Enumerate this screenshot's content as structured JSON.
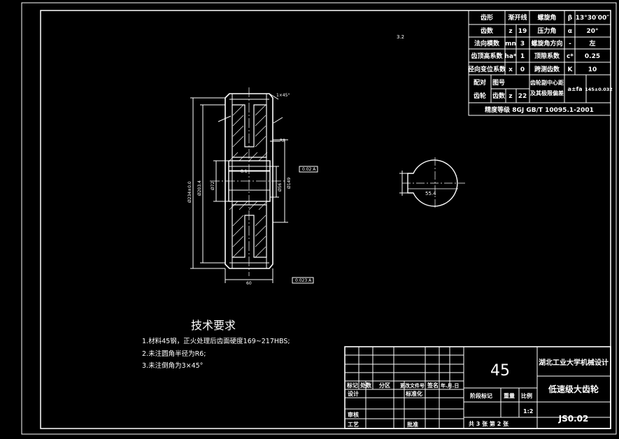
{
  "params": [
    [
      "齿形",
      "渐开线",
      "螺旋角",
      "β",
      "13°30′00″"
    ],
    [
      "齿数",
      "z",
      "19",
      "压力角",
      "α",
      "20°"
    ],
    [
      "法向模数",
      "mn",
      "3",
      "螺旋角方向",
      "-",
      "左"
    ],
    [
      "齿顶高系数",
      "ha*",
      "1",
      "顶隙系数",
      "c*",
      "0.25"
    ],
    [
      "径向变位系数",
      "x",
      "0",
      "跨测齿数",
      "K",
      "10"
    ]
  ],
  "pairing": {
    "row_label_1": "配对",
    "row_label_2": "齿轮",
    "drawing_no": "图号",
    "teeth": "齿数",
    "teeth_symbol": "z",
    "teeth_value": "22",
    "center_label_1": "齿轮副中心距",
    "center_label_2": "及其极限偏差",
    "center_symbol": "a±fa",
    "center_value": "145±0.032"
  },
  "precision": "精度等级 8GJ GB/T 10095.1-2001",
  "roughness_note": "3.2",
  "dims": {
    "d1": "Ø234±0.0",
    "d2": "Ø203.4",
    "d3": "Ø72",
    "d4": "Ø149",
    "d5": "Ø56",
    "width": "60",
    "keyway": "8.1",
    "r": "R8",
    "angle": "1×45°",
    "key_depth": "55.4",
    "tol_a": "0.02 A",
    "tol_b": "0.023 A"
  },
  "requirements": {
    "title": "技术要求",
    "items": [
      "1.材料45钢，正火处理后齿面硬度169~217HBS;",
      "2.未注圆角半径为R6;",
      "3.未注倒角为3×45°"
    ]
  },
  "title_block": {
    "material": "45",
    "school": "湖北工业大学机械设计",
    "part_name": "低速级大齿轮",
    "drawing_no": "JS0.02",
    "headers": [
      "标记",
      "处数",
      "分区",
      "更改文件号",
      "签名",
      "年.月.日"
    ],
    "design": "设计",
    "design_std": "标准化",
    "proof": "审核",
    "process": "工艺",
    "approve": "批准",
    "stage": "阶段标记",
    "weight": "重量",
    "scale": "比例",
    "scale_value": "1:2",
    "sheets": "共 3 张  第 2 张"
  }
}
